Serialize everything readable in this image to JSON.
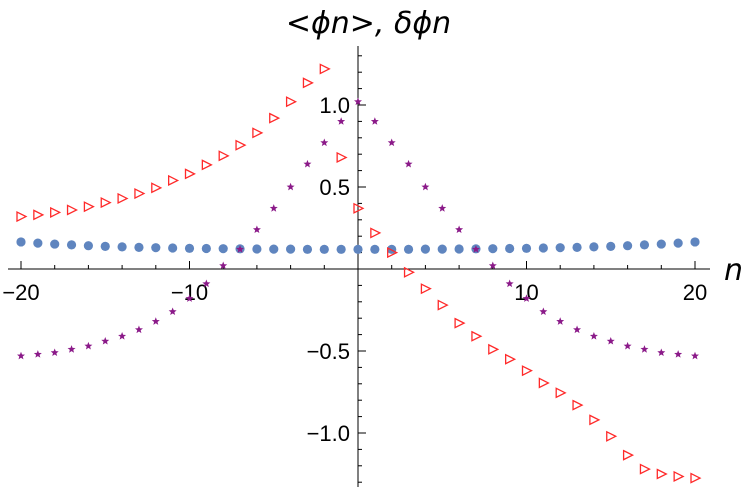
{
  "chart_data": {
    "type": "scatter",
    "title": "<ϕn>, δϕn",
    "xlabel": "n",
    "ylabel": "",
    "xlim": [
      -20.8,
      20.8
    ],
    "ylim": [
      -1.32,
      1.32
    ],
    "x_ticks": [
      -20,
      -10,
      10,
      20
    ],
    "x_tick_labels": [
      "−20",
      "−10",
      "10",
      "20"
    ],
    "y_ticks": [
      1.0,
      0.5,
      -0.5,
      -1.0
    ],
    "y_tick_labels": [
      "1.0",
      "0.5",
      "−0.5",
      "−1.0"
    ],
    "grid": false,
    "legend": "none",
    "series": [
      {
        "marker": "circle",
        "color": "#5f85bf",
        "x": [
          -20,
          -19,
          -18,
          -17,
          -16,
          -15,
          -14,
          -13,
          -12,
          -11,
          -10,
          -9,
          -8,
          -7,
          -6,
          -5,
          -4,
          -3,
          -2,
          -1,
          0,
          1,
          2,
          3,
          4,
          5,
          6,
          7,
          8,
          9,
          10,
          11,
          12,
          13,
          14,
          15,
          16,
          17,
          18,
          19,
          20
        ],
        "y": [
          0.165,
          0.158,
          0.152,
          0.147,
          0.142,
          0.138,
          0.135,
          0.132,
          0.13,
          0.128,
          0.126,
          0.125,
          0.124,
          0.123,
          0.122,
          0.121,
          0.121,
          0.12,
          0.12,
          0.12,
          0.12,
          0.12,
          0.12,
          0.12,
          0.121,
          0.121,
          0.122,
          0.123,
          0.124,
          0.125,
          0.126,
          0.128,
          0.13,
          0.132,
          0.135,
          0.138,
          0.142,
          0.147,
          0.152,
          0.158,
          0.165
        ]
      },
      {
        "marker": "triangle-right",
        "color": "#ff2a2a",
        "x": [
          -20,
          -19,
          -18,
          -17,
          -16,
          -15,
          -14,
          -13,
          -12,
          -11,
          -10,
          -9,
          -8,
          -7,
          -6,
          -5,
          -4,
          -3,
          -2,
          -1,
          0,
          1,
          2,
          3,
          4,
          5,
          6,
          7,
          8,
          9,
          10,
          11,
          12,
          13,
          14,
          15,
          16,
          17,
          18,
          19,
          20
        ],
        "y": [
          0.32,
          0.33,
          0.345,
          0.36,
          0.38,
          0.405,
          0.43,
          0.46,
          0.495,
          0.54,
          0.58,
          0.635,
          0.69,
          0.755,
          0.83,
          0.92,
          1.02,
          1.135,
          1.22,
          0.68,
          0.37,
          0.22,
          0.1,
          -0.02,
          -0.12,
          -0.22,
          -0.33,
          -0.41,
          -0.49,
          -0.55,
          -0.62,
          -0.695,
          -0.755,
          -0.83,
          -0.92,
          -1.02,
          -1.135,
          -1.22,
          -1.25,
          -1.265,
          -1.275
        ]
      },
      {
        "marker": "star",
        "color": "#8b1a89",
        "x": [
          -20,
          -19,
          -18,
          -17,
          -16,
          -15,
          -14,
          -13,
          -12,
          -11,
          -10,
          -9,
          -8,
          -7,
          -6,
          -5,
          -4,
          -3,
          -2,
          -1,
          0,
          1,
          2,
          3,
          4,
          5,
          6,
          7,
          8,
          9,
          10,
          11,
          12,
          13,
          14,
          15,
          16,
          17,
          18,
          19,
          20
        ],
        "y": [
          -0.53,
          -0.52,
          -0.51,
          -0.49,
          -0.47,
          -0.44,
          -0.41,
          -0.37,
          -0.32,
          -0.26,
          -0.18,
          -0.09,
          0.02,
          0.12,
          0.24,
          0.37,
          0.5,
          0.64,
          0.77,
          0.9,
          1.02,
          0.9,
          0.77,
          0.64,
          0.5,
          0.37,
          0.24,
          0.12,
          0.02,
          -0.09,
          -0.18,
          -0.26,
          -0.32,
          -0.37,
          -0.41,
          -0.44,
          -0.47,
          -0.49,
          -0.51,
          -0.52,
          -0.53
        ]
      }
    ]
  }
}
